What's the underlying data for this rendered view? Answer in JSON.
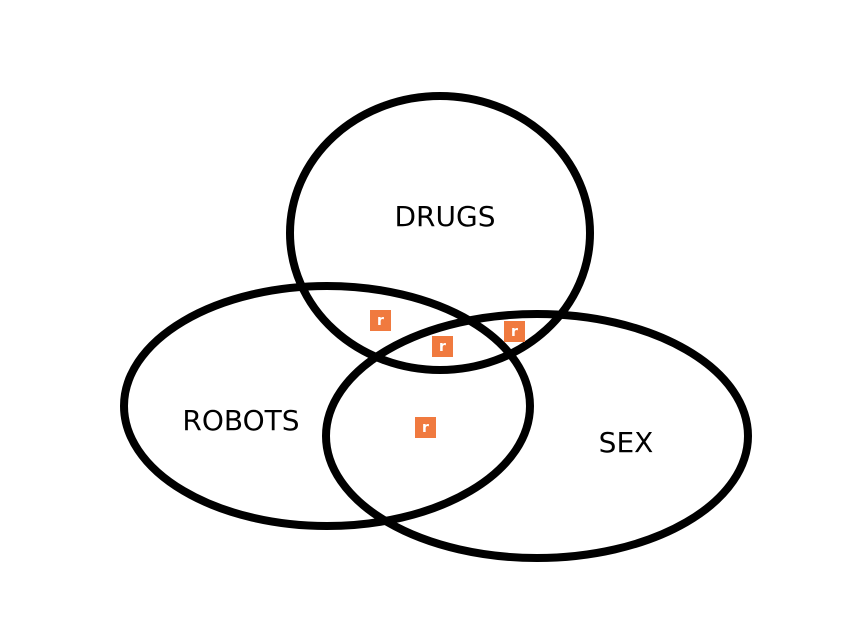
{
  "diagram": {
    "type": "venn",
    "sets": [
      {
        "id": "drugs",
        "label": "DRUGS"
      },
      {
        "id": "robots",
        "label": "ROBOTS"
      },
      {
        "id": "sex",
        "label": "SEX"
      }
    ],
    "markers": [
      {
        "region": "drugs-robots",
        "glyph": "r"
      },
      {
        "region": "drugs-robots-sex",
        "glyph": "r"
      },
      {
        "region": "drugs-sex",
        "glyph": "r"
      },
      {
        "region": "robots-sex",
        "glyph": "r"
      }
    ],
    "colors": {
      "outline": "#000000",
      "marker": "#f07a3f",
      "marker_text": "#ffffff",
      "background": "#ffffff"
    }
  }
}
